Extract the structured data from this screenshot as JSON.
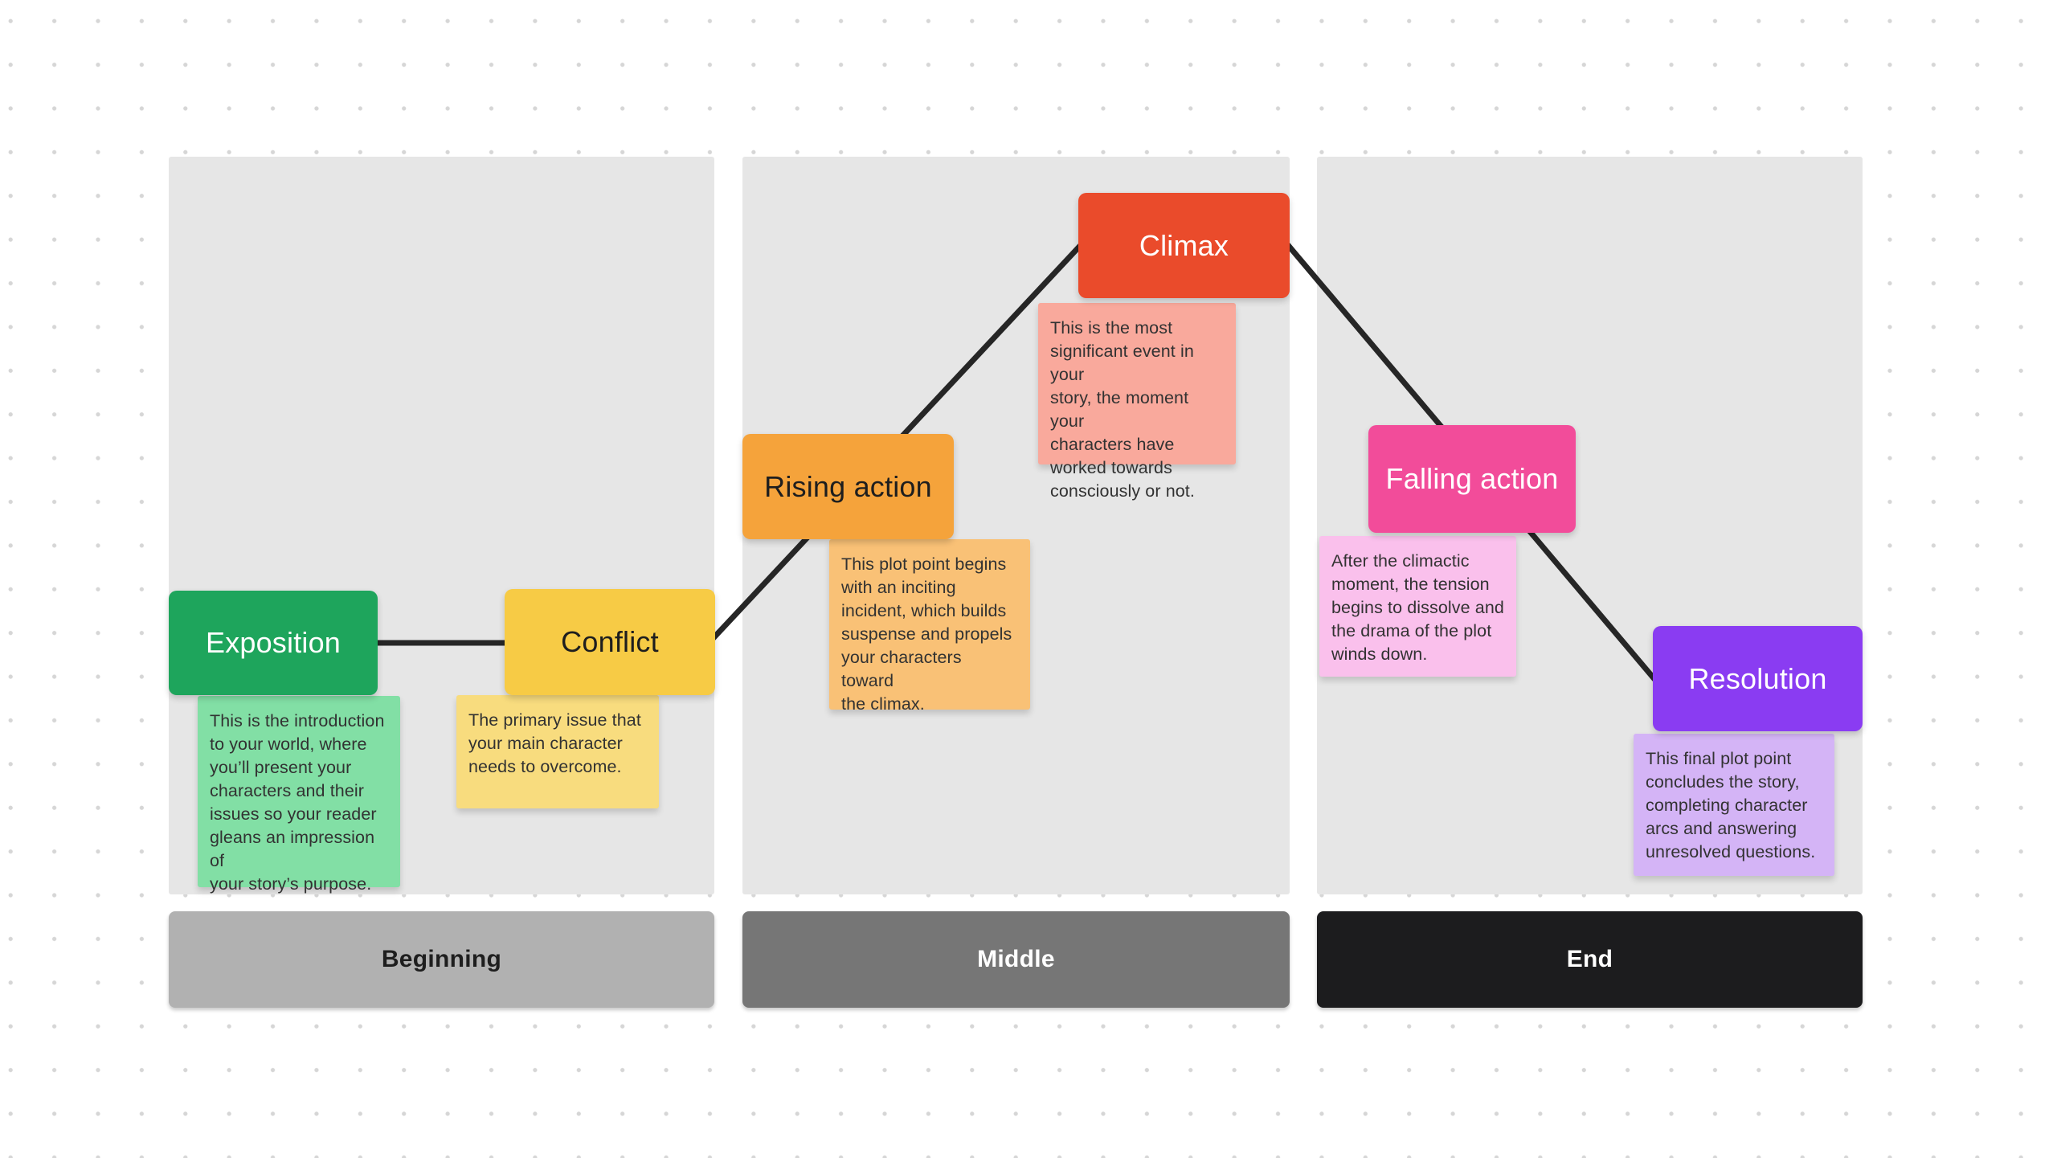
{
  "canvas": {
    "background_color": "#ffffff",
    "dot_color": "#d6d6d6",
    "panel_color": "#e6e6e6"
  },
  "connectors": {
    "color": "#262626"
  },
  "sections": [
    {
      "label": "Beginning",
      "color": "#b1b1b1",
      "text_color": "#1e1e1e"
    },
    {
      "label": "Middle",
      "color": "#767676",
      "text_color": "#ffffff"
    },
    {
      "label": "End",
      "color": "#1c1c1e",
      "text_color": "#ffffff"
    }
  ],
  "plot_points": [
    {
      "label": "Exposition",
      "color": "#1ea55c",
      "text_color": "#ffffff",
      "note_color": "#82dfa5",
      "note_text": "This is the introduction\nto your world, where\nyou’ll present your\ncharacters and their\nissues so your reader\ngleans an impression of\nyour story’s purpose."
    },
    {
      "label": "Conflict",
      "color": "#f7cb45",
      "text_color": "#1e1e1e",
      "note_color": "#f8dc7e",
      "note_text": "The primary issue that\nyour main character\nneeds to overcome."
    },
    {
      "label": "Rising action",
      "color": "#f5a33b",
      "text_color": "#1e1e1e",
      "note_color": "#f9c176",
      "note_text": "This plot point begins\nwith an inciting\nincident, which builds\nsuspense and propels\nyour characters toward\nthe climax."
    },
    {
      "label": "Climax",
      "color": "#ea4b2b",
      "text_color": "#ffffff",
      "note_color": "#f9a99c",
      "note_text": "This is the most\nsignificant event in your\nstory, the moment your\ncharacters have\nworked towards\nconsciously or not."
    },
    {
      "label": "Falling action",
      "color": "#f24c9a",
      "text_color": "#ffffff",
      "note_color": "#fac0ec",
      "note_text": "After the climactic\nmoment, the tension\nbegins to dissolve and\nthe drama of the plot\nwinds down."
    },
    {
      "label": "Resolution",
      "color": "#8a3cf2",
      "text_color": "#ffffff",
      "note_color": "#d4b4f6",
      "note_text": "This final plot point\nconcludes the story,\ncompleting character\narcs and answering\nunresolved questions."
    }
  ]
}
